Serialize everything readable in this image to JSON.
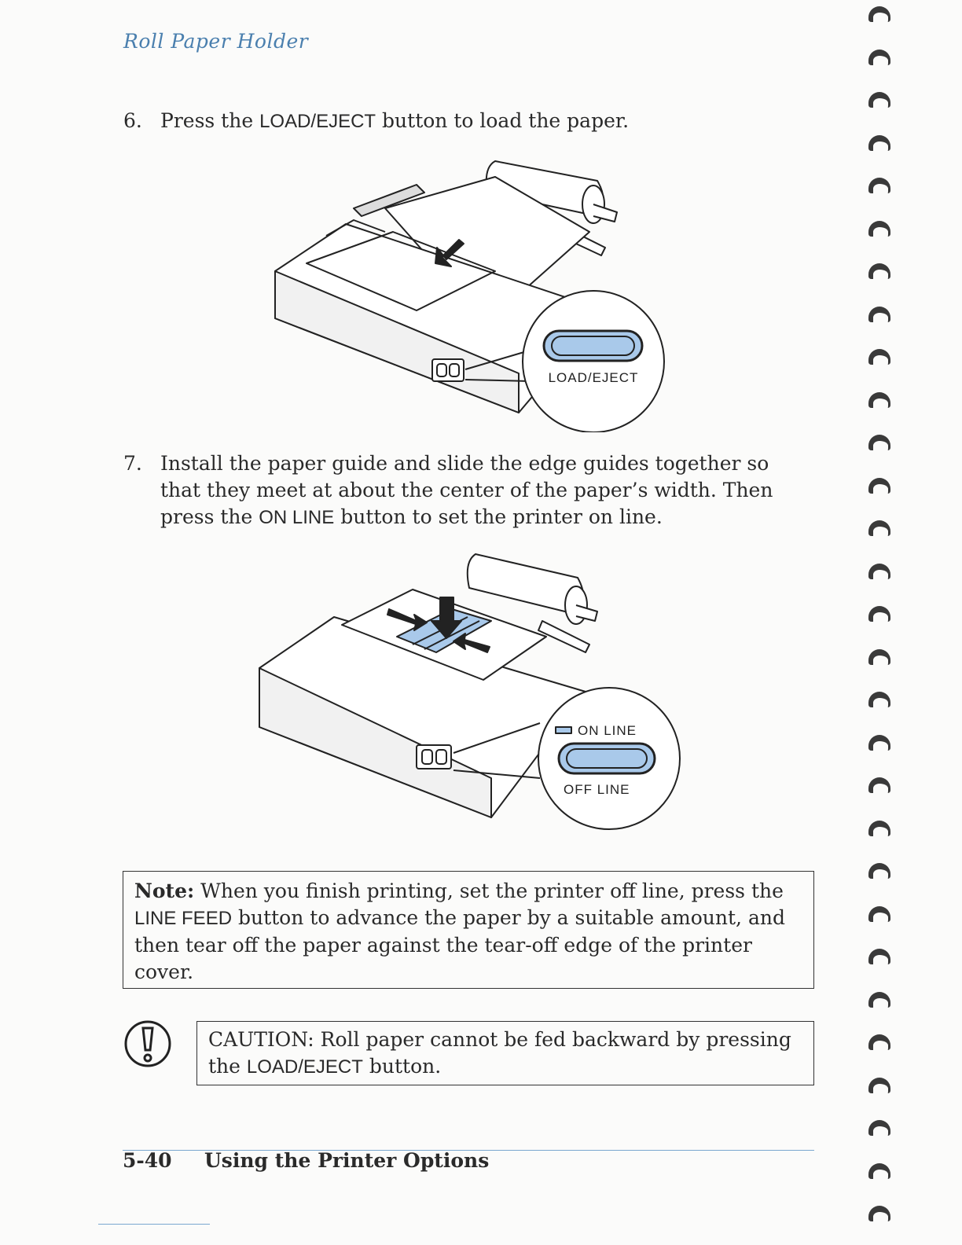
{
  "header": {
    "running_title": "Roll Paper Holder"
  },
  "steps": [
    {
      "number": "6.",
      "parts": [
        "Press the ",
        "LOAD/EJECT",
        " button to load the paper."
      ]
    },
    {
      "number": "7.",
      "parts": [
        "Install the paper guide and slide the edge guides together so that they meet at about the center of the paper’s width. Then press the ",
        "ON LINE",
        " button to set the printer on line."
      ]
    }
  ],
  "figures": {
    "fig1": {
      "button_label": "LOAD/EJECT"
    },
    "fig2": {
      "top_label": "ON LINE",
      "bottom_label": "OFF LINE"
    }
  },
  "note": {
    "label": "Note:",
    "text_a": " When you finish printing, set the printer off line, press the ",
    "button": "LINE FEED",
    "text_b": " button to advance the paper by a suitable amount, and then tear off the paper against the tear-off edge of the printer cover."
  },
  "caution": {
    "label": "CAUTION:",
    "text_a": " Roll paper cannot be fed backward by pressing the ",
    "button": "LOAD/EJECT",
    "text_b": " button."
  },
  "footer": {
    "page_number": "5-40",
    "section_title": "Using the Printer Options"
  },
  "colors": {
    "accent_blue": "#4a7fae",
    "highlight_blue": "#a9c9ea"
  }
}
